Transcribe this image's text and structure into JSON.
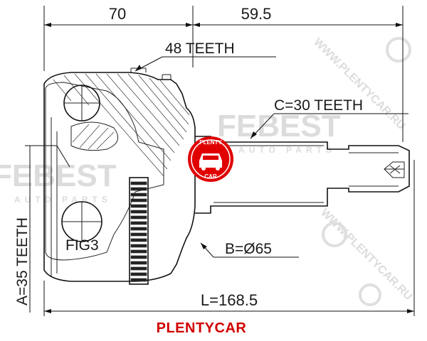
{
  "dimensions": {
    "width_left": "70",
    "width_right": "59.5",
    "outer_teeth": "48 TEETH",
    "spline_c": "C=30 TEETH",
    "spline_a": "A=35 TEETH",
    "diameter_b": "B=Ø65",
    "length_l": "L=168.5"
  },
  "figure_label": "FIG3",
  "brand": {
    "footer": "PLENTYCAR",
    "badge_top": "PLENTY",
    "badge_bottom": "CAR",
    "accent_color": "#d10000"
  },
  "watermark": {
    "text_main": "FEBEST",
    "text_sub": "AUTO PARTS",
    "text_diag": "WWW.PLENTYCAR.RU"
  }
}
